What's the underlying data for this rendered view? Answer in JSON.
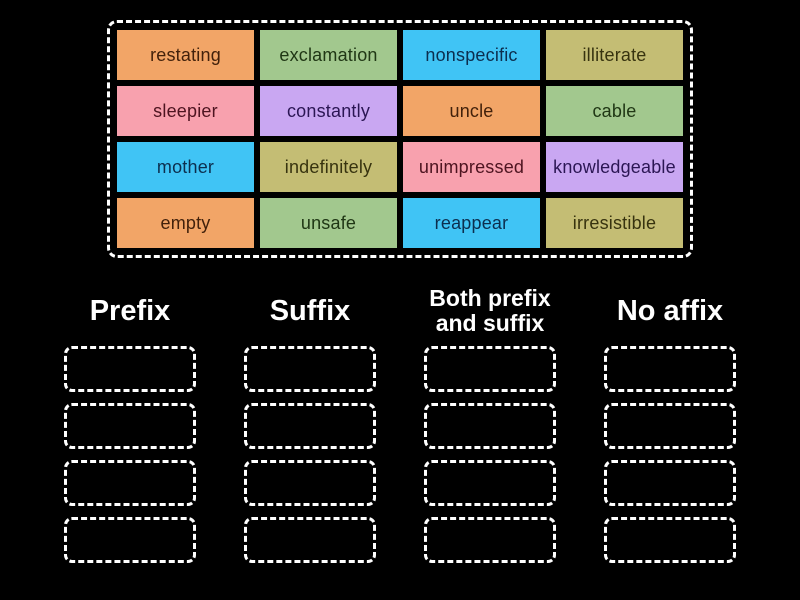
{
  "theme": {
    "background": "#000000",
    "dash_border_color": "#ffffff",
    "header_text_color": "#ffffff"
  },
  "word_bank": {
    "tiles": [
      {
        "label": "restating",
        "bg": "#f2a567",
        "fg": "#42210b"
      },
      {
        "label": "exclamation",
        "bg": "#a2c88e",
        "fg": "#203715"
      },
      {
        "label": "nonspecific",
        "bg": "#40c4f5",
        "fg": "#0c2e4e"
      },
      {
        "label": "illiterate",
        "bg": "#c4bd74",
        "fg": "#37330f"
      },
      {
        "label": "sleepier",
        "bg": "#f8a1ae",
        "fg": "#4d1420"
      },
      {
        "label": "constantly",
        "bg": "#c9a7f2",
        "fg": "#2b1654"
      },
      {
        "label": "uncle",
        "bg": "#f2a567",
        "fg": "#42210b"
      },
      {
        "label": "cable",
        "bg": "#a2c88e",
        "fg": "#203715"
      },
      {
        "label": "mother",
        "bg": "#40c4f5",
        "fg": "#0c2e4e"
      },
      {
        "label": "indefinitely",
        "bg": "#c4bd74",
        "fg": "#37330f"
      },
      {
        "label": "unimpressed",
        "bg": "#f8a1ae",
        "fg": "#4d1420"
      },
      {
        "label": "knowledgeable",
        "bg": "#c9a7f2",
        "fg": "#2b1654"
      },
      {
        "label": "empty",
        "bg": "#f2a567",
        "fg": "#42210b"
      },
      {
        "label": "unsafe",
        "bg": "#a2c88e",
        "fg": "#203715"
      },
      {
        "label": "reappear",
        "bg": "#40c4f5",
        "fg": "#0c2e4e"
      },
      {
        "label": "irresistible",
        "bg": "#c4bd74",
        "fg": "#37330f"
      }
    ]
  },
  "categories": [
    {
      "label": "Prefix",
      "slot_count": 4
    },
    {
      "label": "Suffix",
      "slot_count": 4
    },
    {
      "label": "Both prefix and suffix",
      "slot_count": 4
    },
    {
      "label": "No affix",
      "slot_count": 4
    }
  ]
}
